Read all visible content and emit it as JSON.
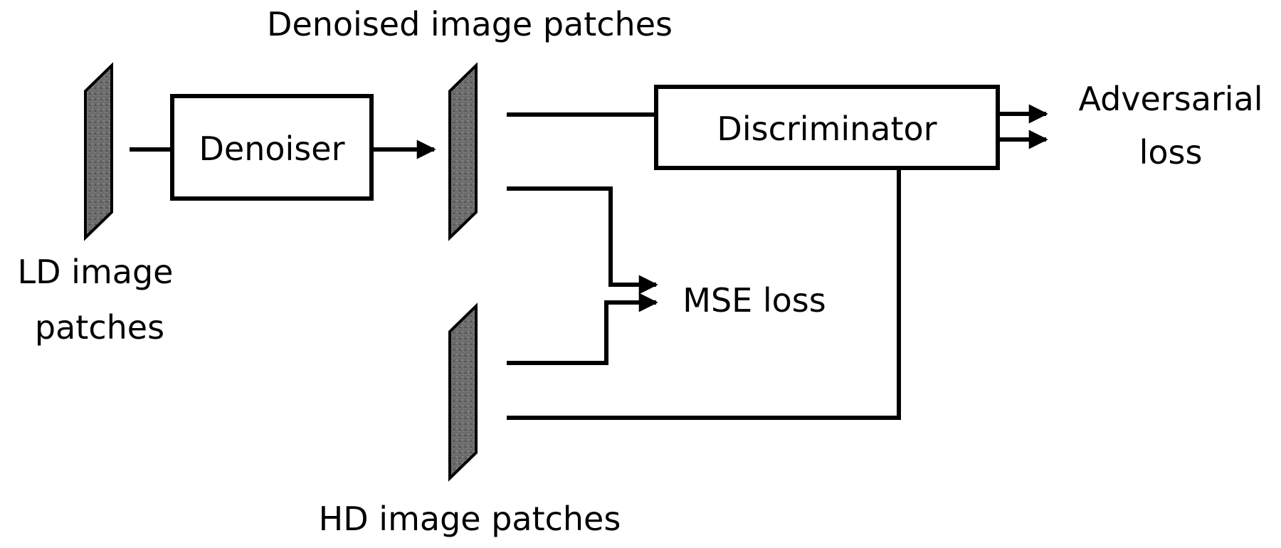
{
  "labels": {
    "denoised_patches": "Denoised image patches",
    "ld_patches_line1": "LD image",
    "ld_patches_line2": "patches",
    "hd_patches": "HD image patches",
    "adversarial_line1": "Adversarial",
    "adversarial_line2": "loss",
    "mse_loss": "MSE loss"
  },
  "boxes": {
    "denoiser": "Denoiser",
    "discriminator": "Discriminator"
  },
  "colors": {
    "stroke": "#000000",
    "patch_fill": "#6b6b6b",
    "background": "#ffffff"
  }
}
